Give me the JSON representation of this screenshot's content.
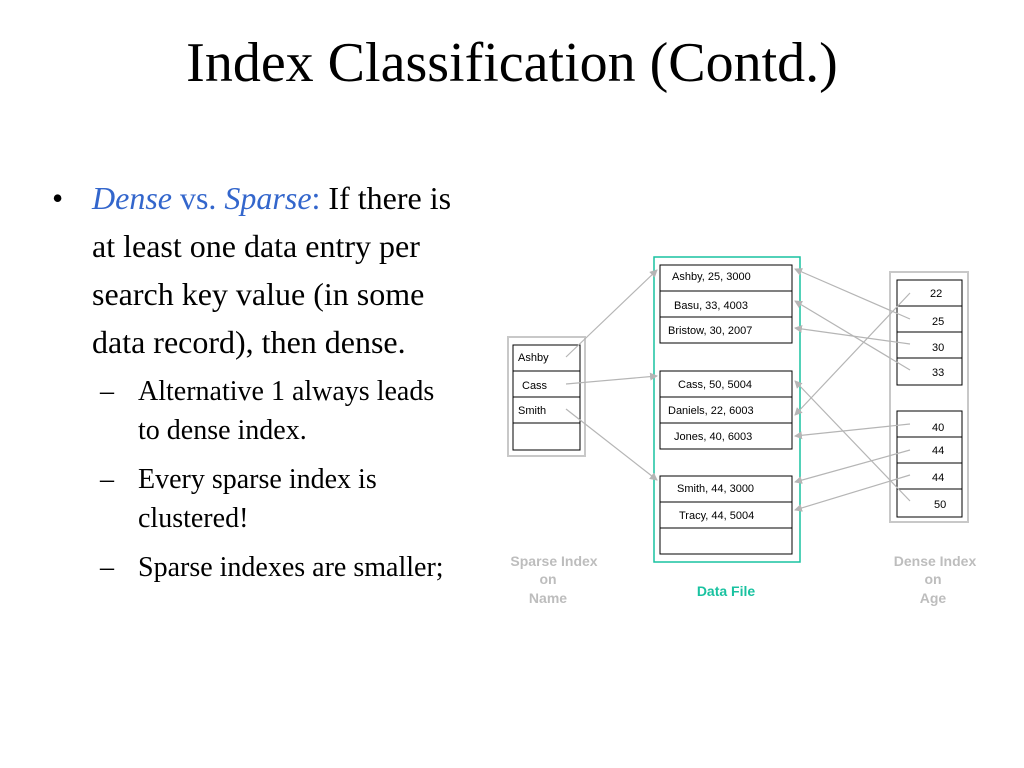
{
  "title": "Index Classification (Contd.)",
  "bullet": {
    "dense": "Dense",
    "vs": " vs. ",
    "sparse": "Sparse",
    "colon": ":",
    "text": " If there is at least one data entry per search key value (in some data record), then dense."
  },
  "sub_bullets": [
    "Alternative 1 always leads to dense index.",
    "Every sparse index is clustered!",
    "Sparse indexes are smaller;"
  ],
  "diagram": {
    "sparse_index": [
      "Ashby",
      "Cass",
      "Smith"
    ],
    "data_file": [
      [
        "Ashby, 25, 3000",
        "Basu, 33, 4003",
        "Bristow, 30, 2007"
      ],
      [
        "Cass, 50, 5004",
        "Daniels, 22, 6003",
        "Jones, 40, 6003"
      ],
      [
        "Smith, 44, 3000",
        "Tracy, 44, 5004"
      ]
    ],
    "dense_index": [
      [
        "22",
        "25",
        "30",
        "33"
      ],
      [
        "40",
        "44",
        "44",
        "50"
      ]
    ],
    "labels": {
      "sparse": [
        "Sparse Index",
        "on",
        "Name"
      ],
      "data_file": "Data File",
      "dense": [
        "Dense Index",
        "on",
        "Age"
      ]
    },
    "colors": {
      "teal": "#19c2a0",
      "gray_label": "#bdbdbd",
      "frame": "#c8c8c8",
      "arrow": "#b5b5b5"
    }
  }
}
